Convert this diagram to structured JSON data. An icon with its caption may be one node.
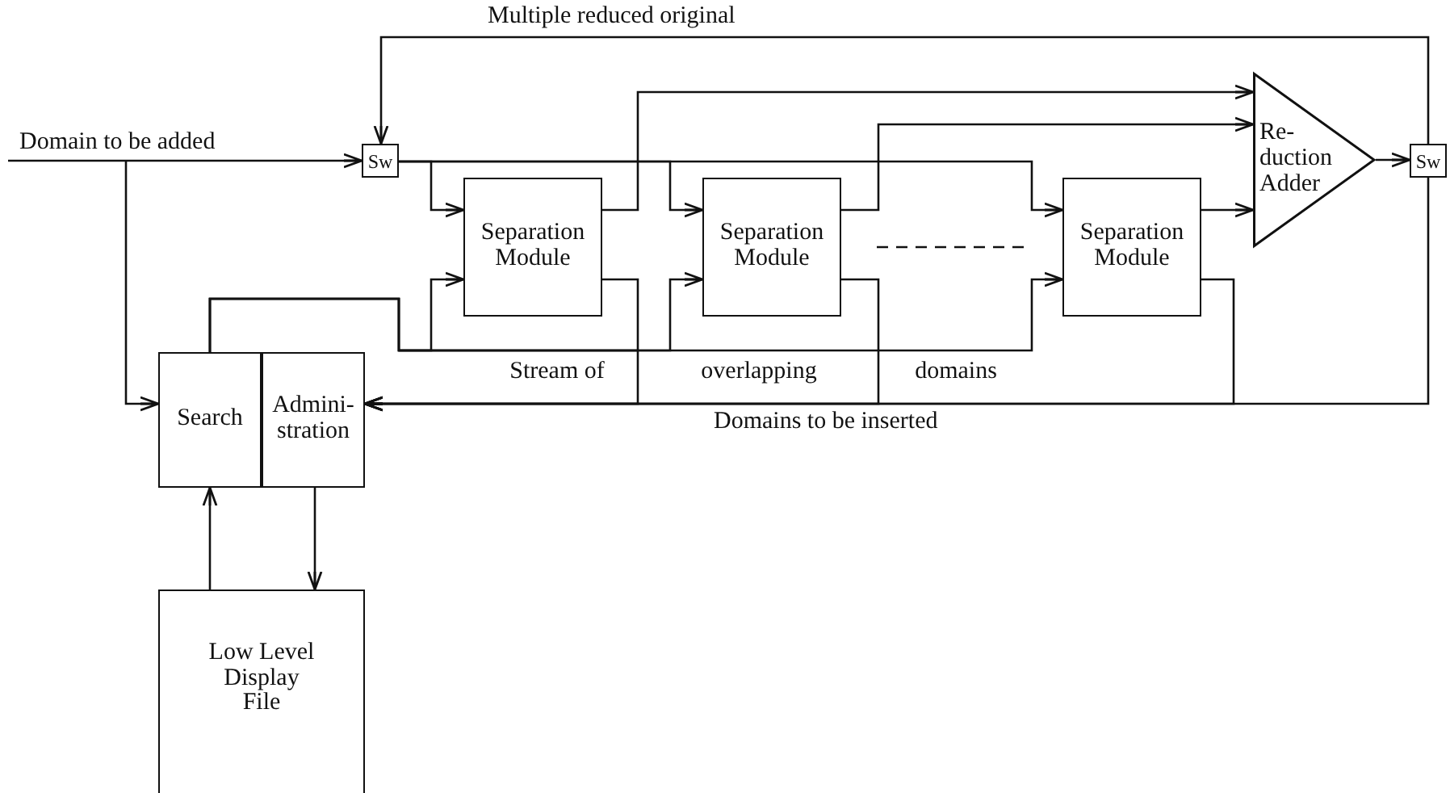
{
  "diagram": {
    "nodes": [
      {
        "text": [
          "Sw"
        ]
      },
      {
        "text": [
          "Separation Module"
        ]
      },
      {
        "text": [
          "Separation Module"
        ]
      },
      {
        "text": [
          "Separation Module"
        ]
      },
      {
        "text": [
          "Re- duction Adder"
        ]
      },
      {
        "text": [
          "Sw"
        ]
      },
      {
        "text": [
          "Search"
        ]
      },
      {
        "text": [
          "Admini- stration"
        ]
      },
      {
        "text": [
          "Low Level Display File"
        ]
      }
    ],
    "edges": [
      {
        "from": null,
        "to": 0,
        "arrow": "to",
        "label": "Domain to be added"
      },
      {
        "from": null,
        "to": 6,
        "arrow": "to"
      },
      {
        "from": 5,
        "to": 0,
        "arrow": "to",
        "label": "Multiple reduced original"
      },
      {
        "from": 0,
        "to": 1,
        "arrow": "to"
      },
      {
        "from": 0,
        "to": 2,
        "arrow": "to"
      },
      {
        "from": 0,
        "to": 3,
        "arrow": "to"
      },
      {
        "from": 1,
        "to": 4,
        "arrow": "to"
      },
      {
        "from": 2,
        "to": 4,
        "arrow": "to"
      },
      {
        "from": 3,
        "to": 4,
        "arrow": "to"
      },
      {
        "from": 4,
        "to": 5,
        "arrow": "to"
      },
      {
        "from": 1,
        "to": 7,
        "arrow": "to"
      },
      {
        "from": 2,
        "to": 7,
        "arrow": "to",
        "label": "Domains to be inserted"
      },
      {
        "from": 3,
        "to": 7,
        "arrow": "to"
      },
      {
        "from": 5,
        "to": 7,
        "arrow": "to"
      },
      {
        "from": 6,
        "to": 1,
        "arrow": "to"
      },
      {
        "from": 6,
        "to": 2,
        "arrow": "to"
      },
      {
        "from": 6,
        "to": 3,
        "arrow": "to"
      },
      {
        "from": 8,
        "to": 6,
        "arrow": "to"
      },
      {
        "from": 7,
        "to": 8,
        "arrow": "to"
      }
    ],
    "labels": [
      "Stream of",
      "overlapping",
      "domains"
    ]
  }
}
